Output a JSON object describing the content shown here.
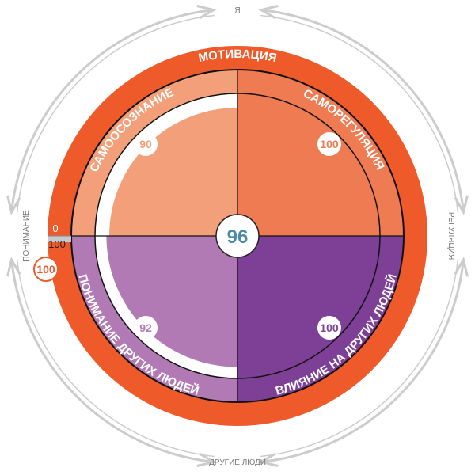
{
  "outer_labels": {
    "top": "Я",
    "right": "РЕГУЛЯЦИЯ",
    "bottom": "ДРУГИЕ ЛЮДИ",
    "left": "ПОНИМАНИЕ"
  },
  "ring_label": "МОТИВАЦИЯ",
  "total_score": "96",
  "motivation_scale": {
    "min_label": "0",
    "max_label": "100",
    "value": "100"
  },
  "quadrants": [
    {
      "label": "САМООСОЗНАНИЕ",
      "value": 90,
      "value_label": "90",
      "color": "#f3a07a"
    },
    {
      "label": "САМОРЕГУЛЯЦИЯ",
      "value": 100,
      "value_label": "100",
      "color": "#ef7b52"
    },
    {
      "label": "ВЛИЯНИЕ НА ДРУГИХ ЛЮДЕЙ",
      "value": 100,
      "value_label": "100",
      "color": "#7e3f96"
    },
    {
      "label": "ПОНИМАНИЕ ДРУГИХ ЛЮДЕЙ",
      "value": 92,
      "value_label": "92",
      "color": "#b27ab4"
    }
  ],
  "colors": {
    "motivation": "#ee5a2a",
    "score": "#4a8aa8",
    "arrows": "#cccccc"
  }
}
